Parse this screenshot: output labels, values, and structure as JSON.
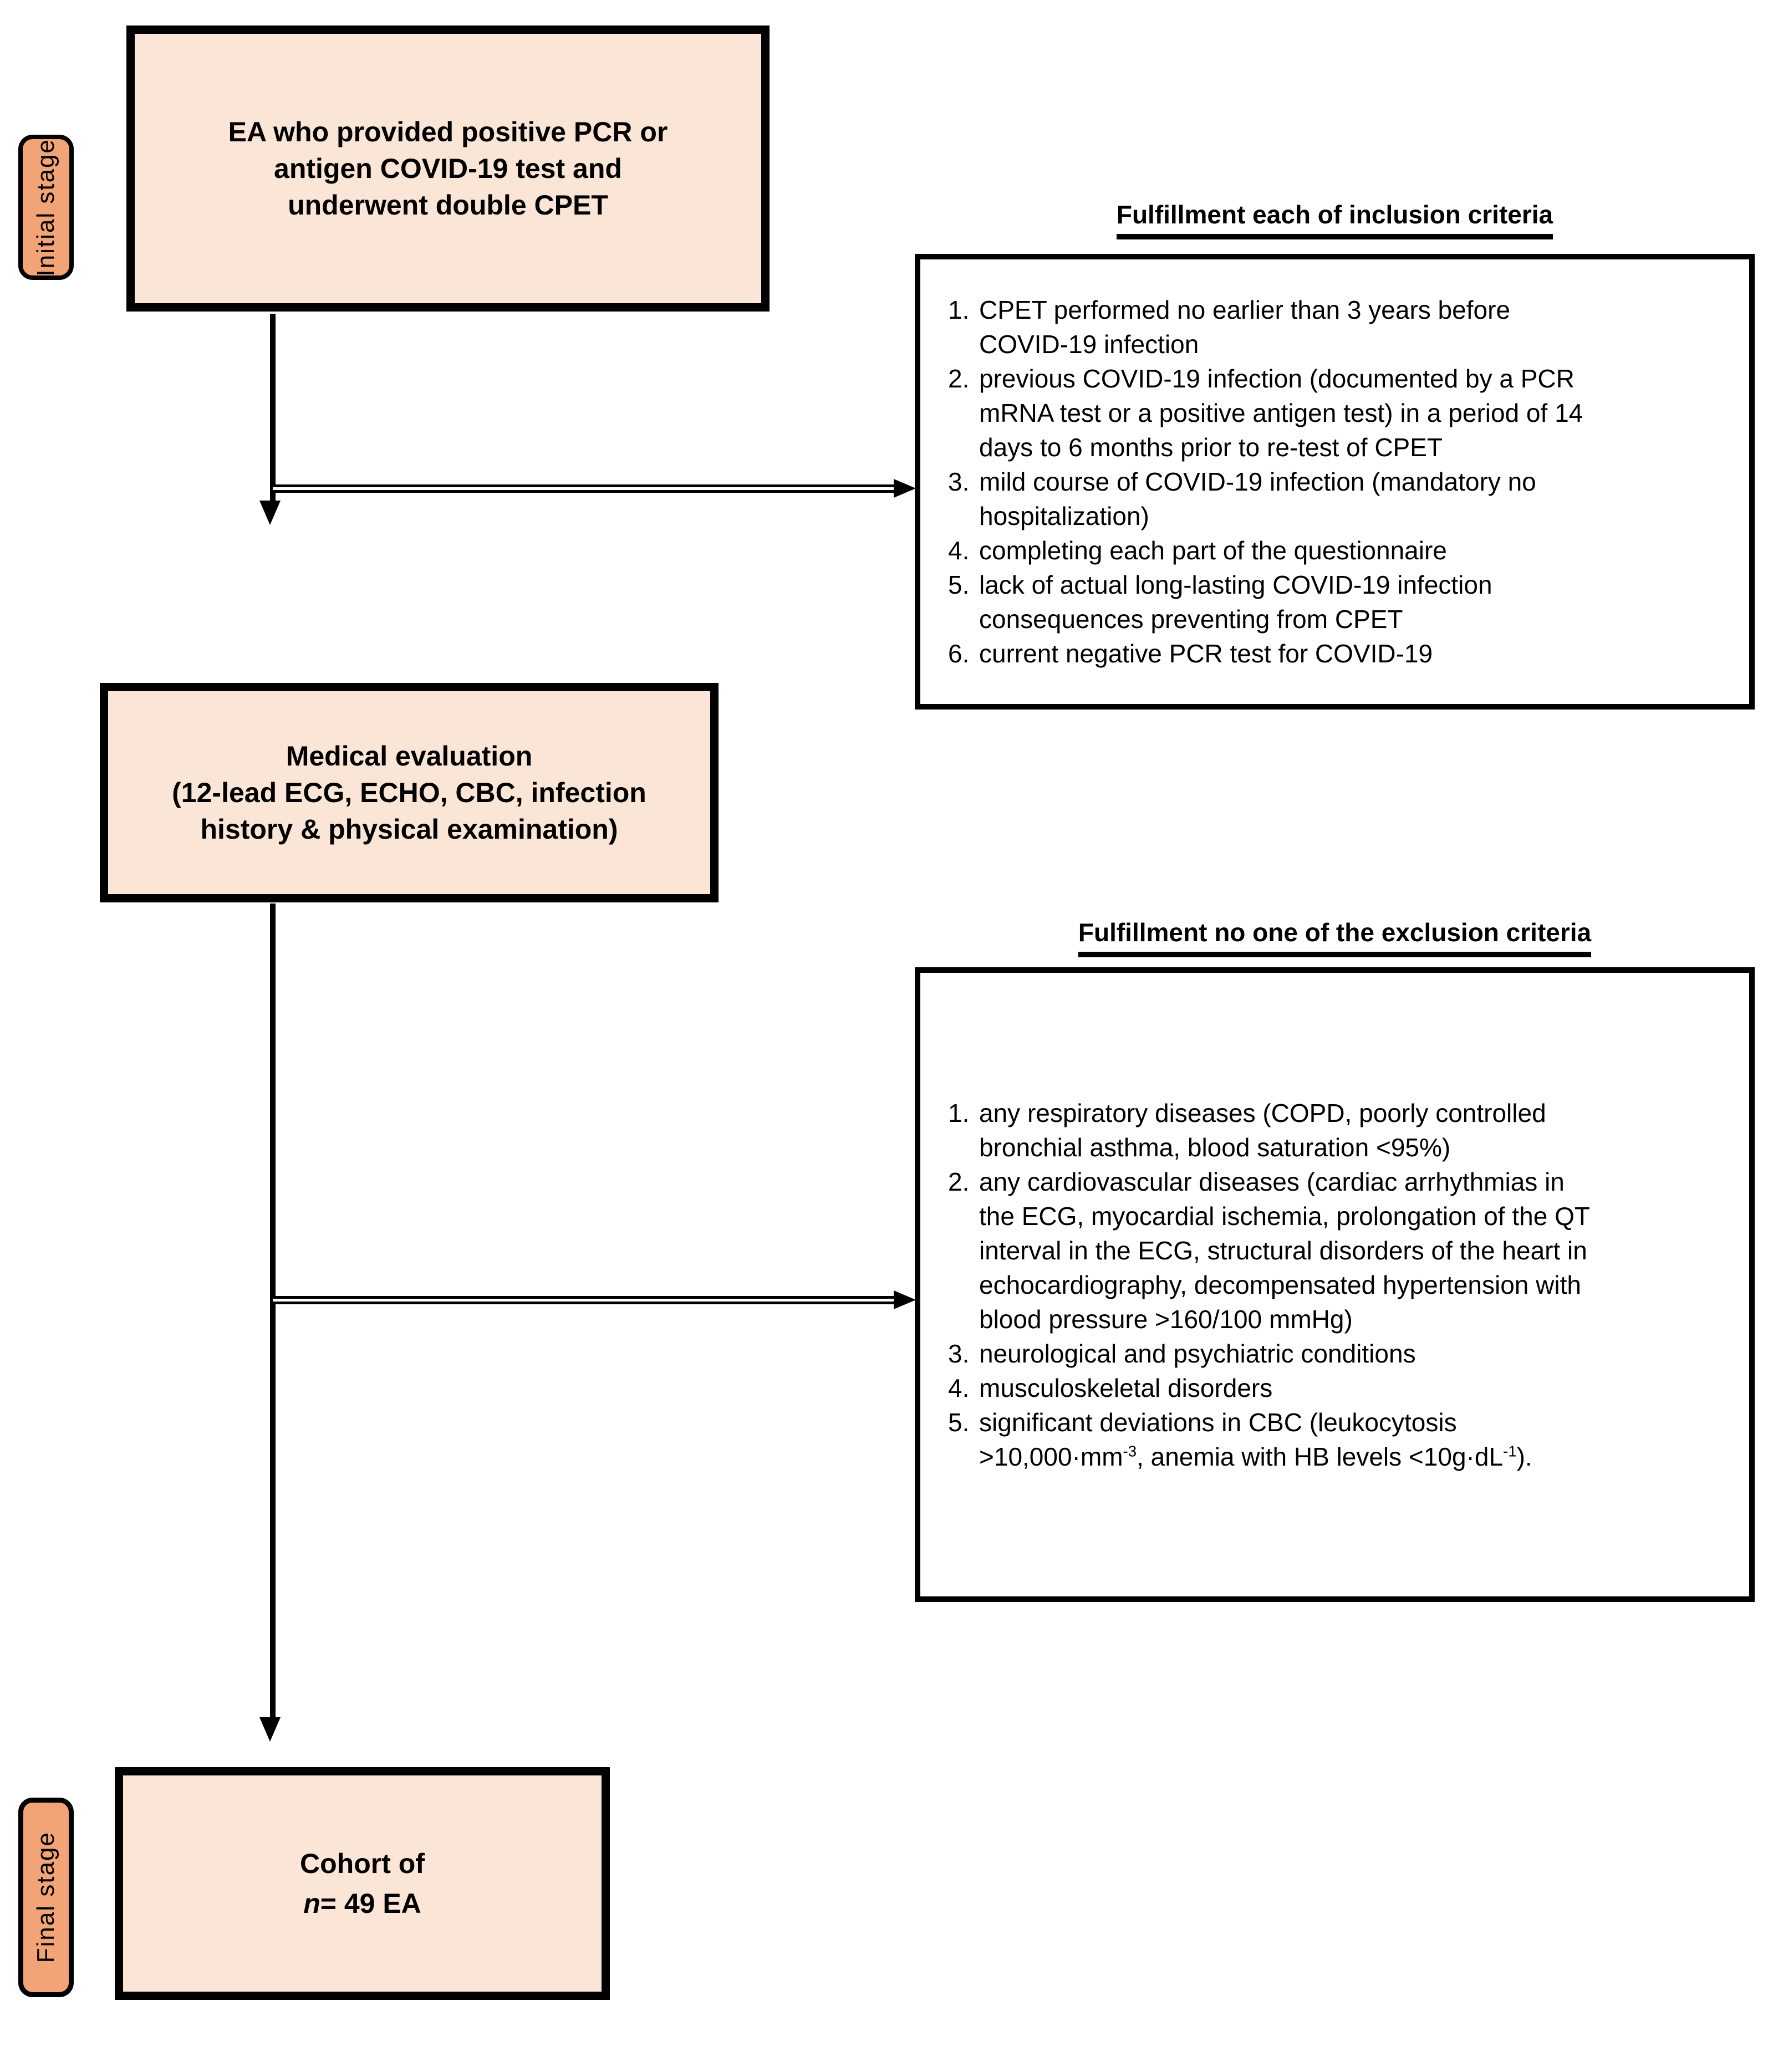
{
  "figure": {
    "type": "study-enrollment-flowchart"
  },
  "colors": {
    "box_fill": "#fbe5d6",
    "pill_fill": "#f2a477",
    "ink": "#000000"
  },
  "stage_labels": {
    "initial": "Initial stage",
    "final": "Final stage"
  },
  "boxes": {
    "initial": {
      "lines": [
        "EA who provided positive PCR or",
        "antigen COVID-19 test and",
        "underwent double CPET"
      ]
    },
    "medical": {
      "lines": [
        "Medical evaluation",
        "(12-lead ECG, ECHO, CBC, infection",
        "history & physical examination)"
      ]
    },
    "cohort": {
      "lines": [
        [
          {
            "t": "Cohort of"
          }
        ],
        [
          {
            "i": "n"
          },
          {
            "t": "= 49 EA"
          }
        ]
      ]
    }
  },
  "inclusion": {
    "heading": "Fulfillment each of inclusion criteria",
    "items": [
      {
        "num": "1.",
        "lines": [
          [
            {
              "t": "CPET performed no earlier than 3 years before"
            }
          ],
          [
            {
              "t": "COVID-19 infection"
            }
          ]
        ]
      },
      {
        "num": "2.",
        "lines": [
          [
            {
              "t": "previous COVID-19 infection (documented by a PCR"
            }
          ],
          [
            {
              "t": "mRNA test or a positive antigen test) in a period of 14"
            }
          ],
          [
            {
              "t": "days to 6 months prior to re-test of CPET"
            }
          ]
        ]
      },
      {
        "num": "3.",
        "lines": [
          [
            {
              "t": "mild course of COVID-19 infection (mandatory no"
            }
          ],
          [
            {
              "t": "hospitalization)"
            }
          ]
        ]
      },
      {
        "num": "4.",
        "lines": [
          [
            {
              "t": "completing each part of the questionnaire"
            }
          ]
        ]
      },
      {
        "num": "5.",
        "lines": [
          [
            {
              "t": "lack of actual long-lasting COVID-19 infection"
            }
          ],
          [
            {
              "t": "consequences preventing from CPET"
            }
          ]
        ]
      },
      {
        "num": "6.",
        "lines": [
          [
            {
              "t": "current negative PCR test for COVID-19"
            }
          ]
        ]
      }
    ]
  },
  "exclusion": {
    "heading": "Fulfillment no one of the exclusion criteria",
    "items": [
      {
        "num": "1.",
        "lines": [
          [
            {
              "t": "any respiratory diseases (COPD, poorly controlled"
            }
          ],
          [
            {
              "t": "bronchial asthma, blood saturation <95%)"
            }
          ]
        ]
      },
      {
        "num": "2.",
        "lines": [
          [
            {
              "t": "any cardiovascular diseases (cardiac arrhythmias in"
            }
          ],
          [
            {
              "t": "the ECG, myocardial ischemia, prolongation of the QT"
            }
          ],
          [
            {
              "t": "interval in the ECG, structural disorders of the heart in"
            }
          ],
          [
            {
              "t": "echocardiography, decompensated hypertension with"
            }
          ],
          [
            {
              "t": "blood pressure >160/100 mmHg)"
            }
          ]
        ]
      },
      {
        "num": "3.",
        "lines": [
          [
            {
              "t": "neurological and psychiatric conditions"
            }
          ]
        ]
      },
      {
        "num": "4.",
        "lines": [
          [
            {
              "t": "musculoskeletal disorders"
            }
          ]
        ]
      },
      {
        "num": "5.",
        "lines": [
          [
            {
              "t": "significant deviations in CBC (leukocytosis"
            }
          ],
          [
            {
              "t": ">10,000·mm"
            },
            {
              "sup": "-3"
            },
            {
              "t": ", anemia with HB levels <10g·dL"
            },
            {
              "sup": "-1"
            },
            {
              "t": ")."
            }
          ]
        ]
      }
    ]
  }
}
